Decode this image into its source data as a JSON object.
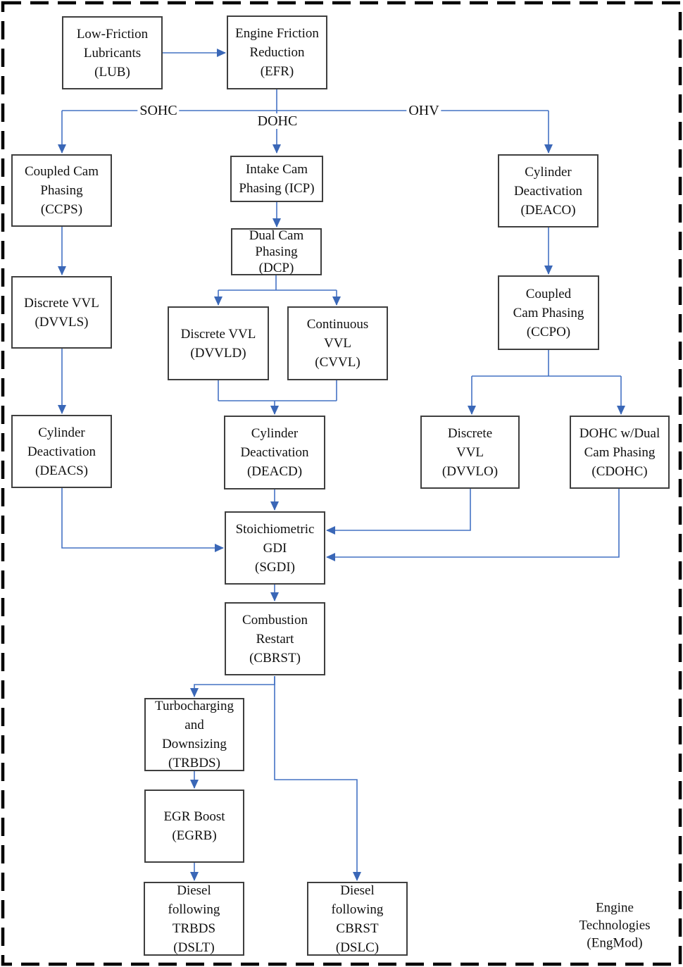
{
  "caption": "Engine\nTechnologies\n(EngMod)",
  "edge_labels": {
    "sohc": "SOHC",
    "dohc": "DOHC",
    "ohv": "OHV"
  },
  "nodes": {
    "lub": {
      "label": "Low-Friction\nLubricants\n(LUB)"
    },
    "efr": {
      "label": "Engine Friction\nReduction\n(EFR)"
    },
    "ccps": {
      "label": "Coupled Cam\nPhasing\n(CCPS)"
    },
    "icp": {
      "label": "Intake Cam\nPhasing (ICP)"
    },
    "deaco": {
      "label": "Cylinder\nDeactivation\n(DEACO)"
    },
    "dcp": {
      "label": "Dual Cam\nPhasing\n(DCP)"
    },
    "dvvls": {
      "label": "Discrete VVL\n(DVVLS)"
    },
    "dvvld": {
      "label": "Discrete VVL\n(DVVLD)"
    },
    "cvvl": {
      "label": "Continuous\nVVL\n(CVVL)"
    },
    "ccpo": {
      "label": "Coupled\nCam Phasing\n(CCPO)"
    },
    "deacs": {
      "label": "Cylinder\nDeactivation\n(DEACS)"
    },
    "deacd": {
      "label": "Cylinder\nDeactivation\n(DEACD)"
    },
    "dvvlo": {
      "label": "Discrete\nVVL\n(DVVLO)"
    },
    "cdohc": {
      "label": "DOHC w/Dual\nCam Phasing\n(CDOHC)"
    },
    "sgdi": {
      "label": "Stoichiometric\nGDI\n(SGDI)"
    },
    "cbrst": {
      "label": "Combustion\nRestart\n(CBRST)"
    },
    "trbds": {
      "label": "Turbocharging\nand\nDownsizing\n(TRBDS)"
    },
    "egrb": {
      "label": "EGR Boost\n(EGRB)"
    },
    "dslt": {
      "label": "Diesel\nfollowing\nTRBDS\n(DSLT)"
    },
    "dslc": {
      "label": "Diesel\nfollowing\nCBRST\n(DSLC)"
    }
  },
  "colors": {
    "connector_blue": "#4472C4",
    "arrowhead_blue": "#3A67B7",
    "box_border_gray": "#3F3F3F",
    "outer_dashed_border": "#000000",
    "text": "#111111",
    "background": "#FFFFFF"
  }
}
